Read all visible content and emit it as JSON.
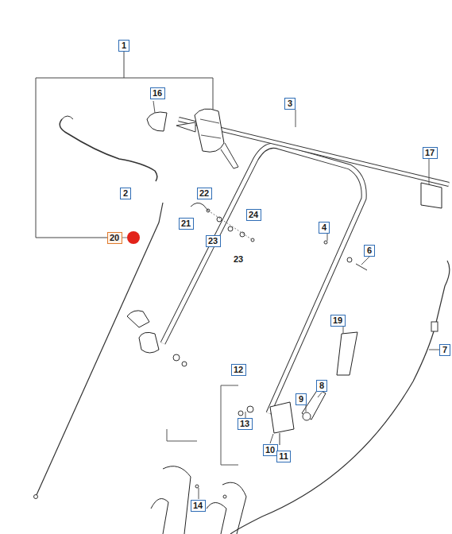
{
  "diagram": {
    "nodes": [
      {
        "text": [
          "1"
        ]
      },
      {
        "text": [
          "16"
        ]
      },
      {
        "text": [
          "3"
        ]
      },
      {
        "text": [
          "17"
        ]
      },
      {
        "text": [
          "2"
        ]
      },
      {
        "text": [
          "22"
        ]
      },
      {
        "text": [
          "21"
        ]
      },
      {
        "text": [
          "24"
        ]
      },
      {
        "text": [
          "23"
        ]
      },
      {
        "text": [
          "20"
        ]
      },
      {
        "text": [
          "4"
        ]
      },
      {
        "text": [
          "6"
        ]
      },
      {
        "text": [
          "19"
        ]
      },
      {
        "text": [
          "7"
        ]
      },
      {
        "text": [
          "12"
        ]
      },
      {
        "text": [
          "9"
        ]
      },
      {
        "text": [
          "8"
        ]
      },
      {
        "text": [
          "13"
        ]
      },
      {
        "text": [
          "10"
        ]
      },
      {
        "text": [
          "11"
        ]
      },
      {
        "text": [
          "14"
        ]
      }
    ],
    "labels": [
      "23"
    ]
  }
}
